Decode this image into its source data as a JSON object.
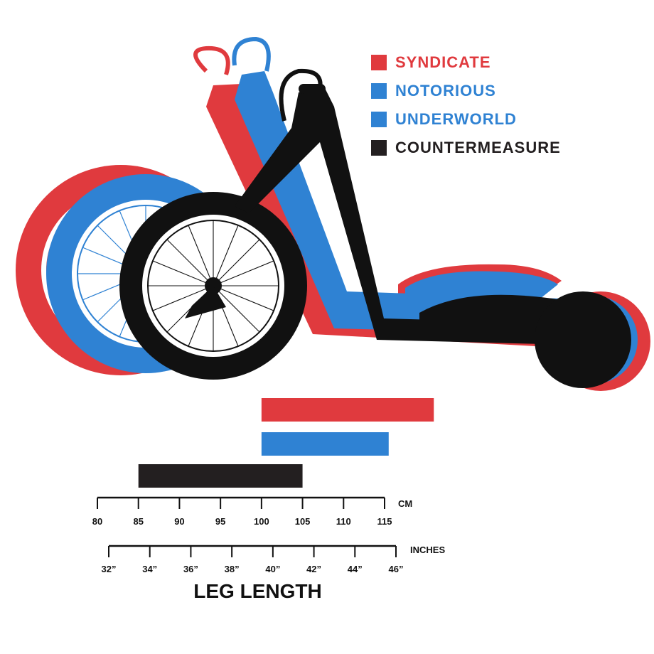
{
  "chart_data": {
    "type": "bar",
    "orientation": "horizontal-range",
    "series": [
      {
        "name": "SYNDICATE",
        "color": "#e03a3e",
        "cm": [
          100,
          121
        ]
      },
      {
        "name": "NOTORIOUS",
        "color": "#2f82d3",
        "cm": [
          100,
          115.5
        ]
      },
      {
        "name": "UNDERWORLD",
        "color": "#2f82d3",
        "cm": [
          100,
          115.5
        ]
      },
      {
        "name": "COUNTERMEASURE",
        "color": "#231f20",
        "cm": [
          85,
          105
        ]
      }
    ],
    "bars": [
      {
        "series": "SYNDICATE",
        "color": "#e03a3e",
        "cm": [
          100,
          121
        ]
      },
      {
        "series": "NOTORIOUS / UNDERWORLD",
        "color": "#2f82d3",
        "cm": [
          100,
          115.5
        ]
      },
      {
        "series": "COUNTERMEASURE",
        "color": "#231f20",
        "cm": [
          85,
          105
        ]
      }
    ],
    "cm_axis": {
      "unit_label": "CM",
      "ticks": [
        80,
        85,
        90,
        95,
        100,
        105,
        110,
        115
      ],
      "range": [
        80,
        115
      ]
    },
    "inch_axis": {
      "unit_label": "INCHES",
      "ticks": [
        "32”",
        "34”",
        "36”",
        "38”",
        "40”",
        "42”",
        "44”",
        "46”"
      ],
      "range": [
        32,
        46
      ]
    },
    "xlabel": "LEG LENGTH",
    "legend_position": "top-right"
  },
  "illustration": {
    "red_bike_color": "#e03a3e",
    "blue_bike_color": "#2f82d3",
    "black_bike_color": "#111111"
  }
}
